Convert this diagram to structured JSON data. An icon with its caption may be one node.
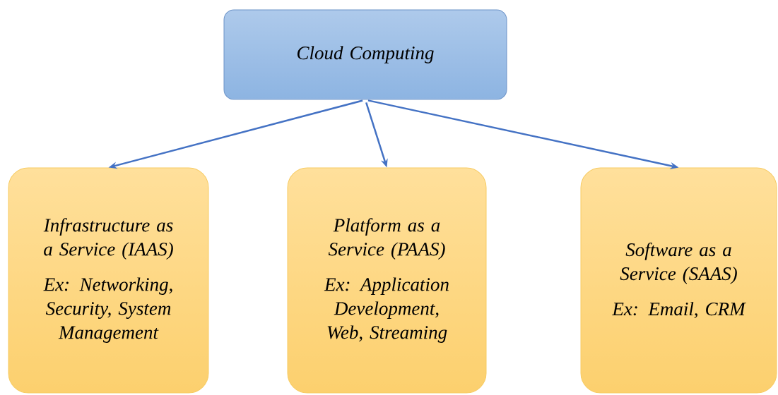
{
  "diagram": {
    "nodes": [
      {
        "text": [
          "Cloud Computing"
        ]
      },
      {
        "text": [
          "Infrastructure as a Service (IAAS)",
          "Ex: Networking, Security, System Management"
        ]
      },
      {
        "text": [
          "Platform as a Service (PAAS)",
          "Ex: Application Development, Web, Streaming"
        ]
      },
      {
        "text": [
          "Software as a Service (SAAS)",
          "Ex: Email, CRM"
        ]
      }
    ],
    "edges": [
      {
        "from": 0,
        "to": 1,
        "arrow": "to"
      },
      {
        "from": 0,
        "to": 2,
        "arrow": "to"
      },
      {
        "from": 0,
        "to": 3,
        "arrow": "to"
      }
    ]
  }
}
